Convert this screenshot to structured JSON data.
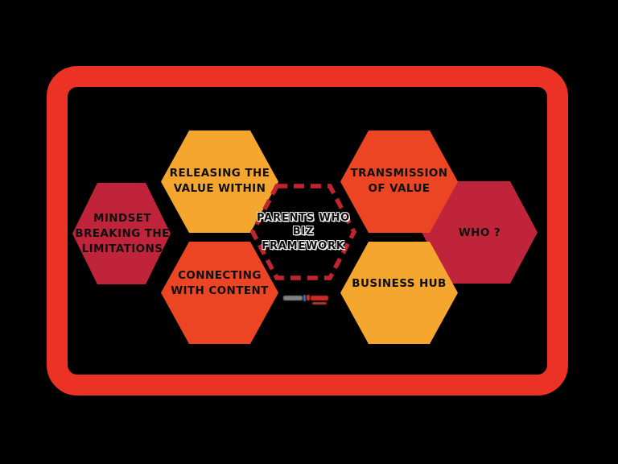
{
  "page": {
    "background": "#000000"
  },
  "frame": {
    "color": "#EC3125"
  },
  "diagram": {
    "center": {
      "lines": [
        "PARENTS WHO",
        "BIZ",
        "FRAMEWORK"
      ],
      "fill": "#000000",
      "dash_color": "#C1242F",
      "text_color": "#0E0E0E"
    },
    "hexagons": [
      {
        "name": "mindset",
        "lines": [
          "MINDSET",
          "BREAKING THE",
          "LIMITATIONS"
        ],
        "color": "#C0243A"
      },
      {
        "name": "releasing-value",
        "lines": [
          "RELEASING THE",
          "VALUE WITHIN"
        ],
        "color": "#F4A62E"
      },
      {
        "name": "connecting-content",
        "lines": [
          "CONNECTING",
          "WITH CONTENT"
        ],
        "color": "#EC4523"
      },
      {
        "name": "transmission-value",
        "lines": [
          "TRANSMISSION",
          "OF VALUE"
        ],
        "color": "#EC4523"
      },
      {
        "name": "business-hub",
        "lines": [
          "BUSINESS HUB"
        ],
        "color": "#F4A62E"
      },
      {
        "name": "who",
        "lines": [
          "WHO ?"
        ],
        "color": "#C0243A"
      }
    ]
  },
  "watermark": {
    "wordmark_left_color": "#8A8A8A",
    "emblem_colors": [
      "#3A7BD5",
      "#E2392B"
    ],
    "wordmark_right_color": "#D93025",
    "tagline_color": "#C43A2E"
  }
}
